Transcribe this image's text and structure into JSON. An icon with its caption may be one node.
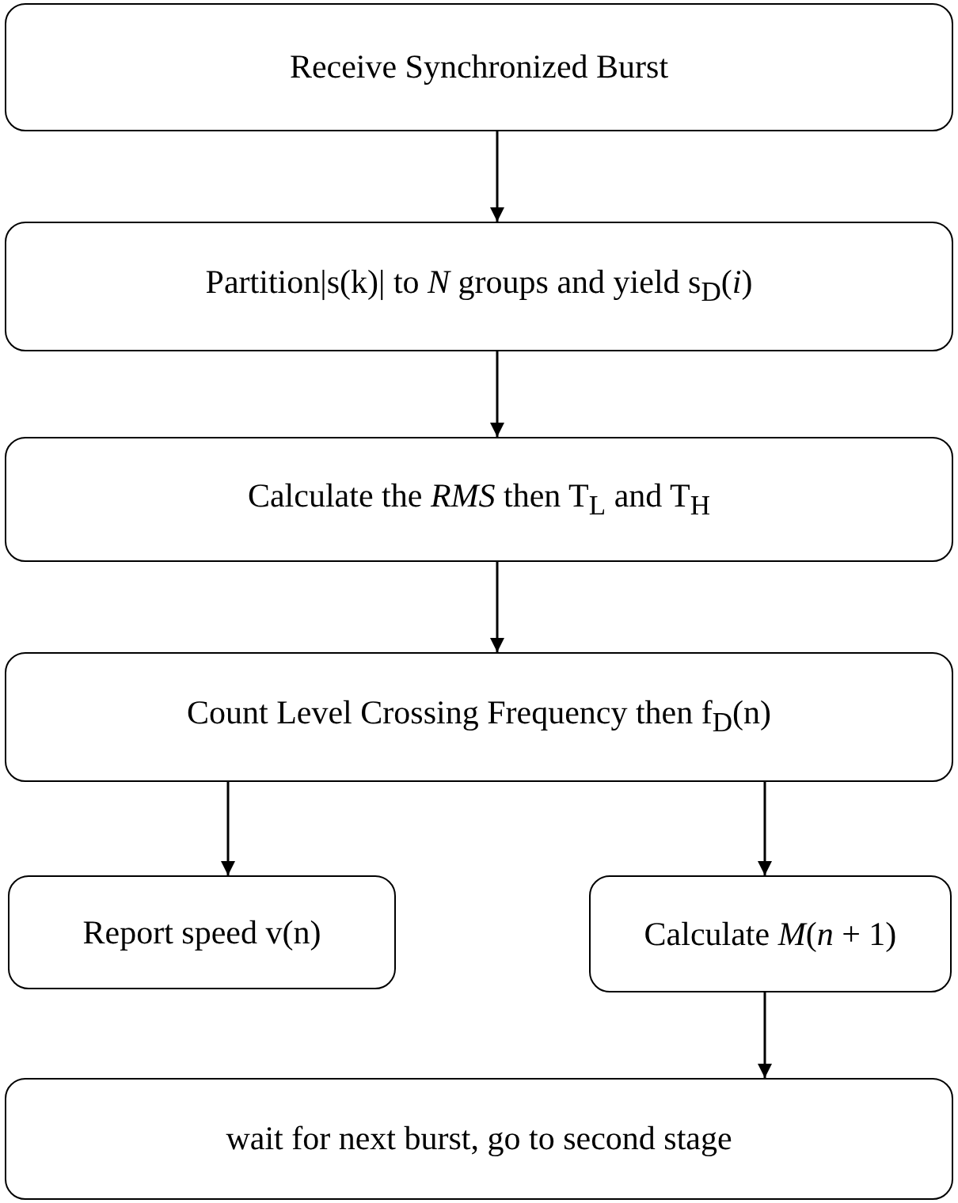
{
  "diagram": {
    "nodes": [
      {
        "text": [
          "Receive Synchronized Burst"
        ]
      },
      {
        "text": [
          "Partition|s(k)| to *N* groups and yield s$_{D}$(*i*)"
        ]
      },
      {
        "text": [
          "Calculate the *RMS* then T$_{L}$ and T$_{H}$"
        ]
      },
      {
        "text": [
          "Count Level Crossing Frequency then f$_{D}$(n)"
        ]
      },
      {
        "text": [
          "Report speed v(n)"
        ]
      },
      {
        "text": [
          "Calculate *M*(*n* + 1)"
        ]
      },
      {
        "text": [
          "wait for next burst, go to second stage"
        ]
      }
    ],
    "edges": [
      {
        "from": 0,
        "to": 1,
        "arrow": "to"
      },
      {
        "from": 1,
        "to": 2,
        "arrow": "to"
      },
      {
        "from": 2,
        "to": 3,
        "arrow": "to"
      },
      {
        "from": 3,
        "to": 4,
        "arrow": "to"
      },
      {
        "from": 3,
        "to": 5,
        "arrow": "to"
      },
      {
        "from": 5,
        "to": 6,
        "arrow": "to"
      }
    ]
  }
}
